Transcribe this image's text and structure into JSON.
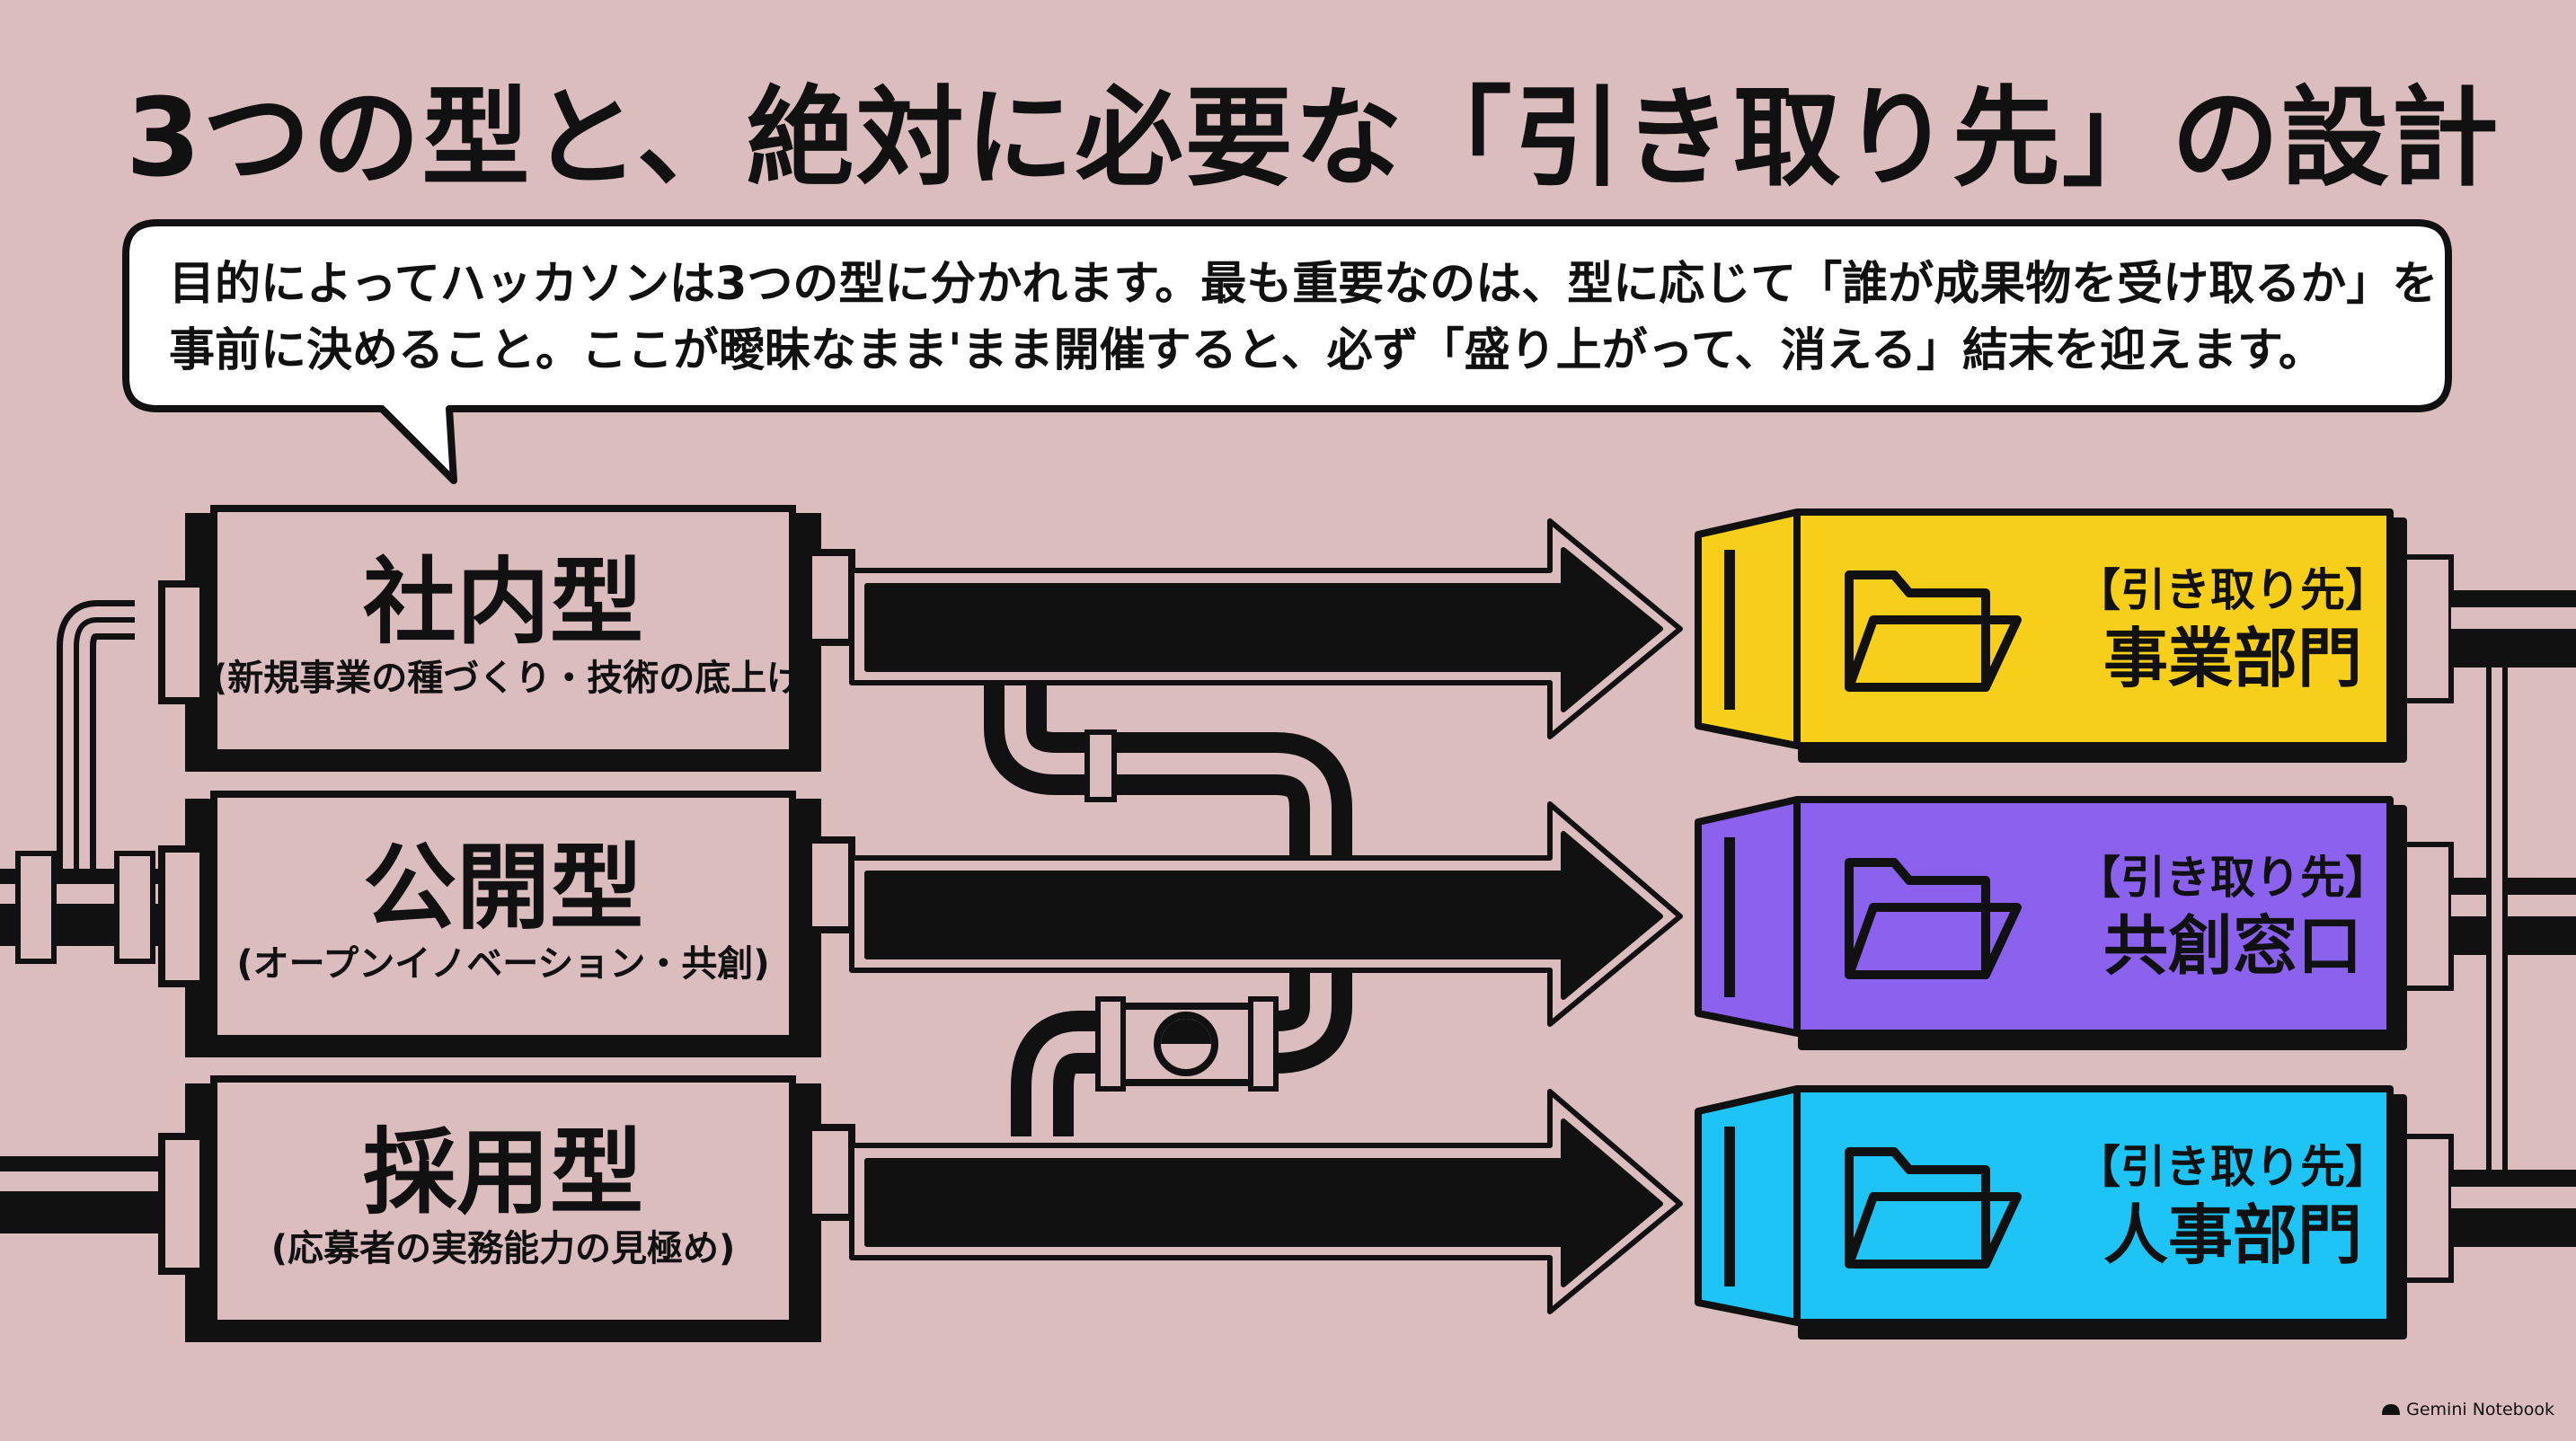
{
  "title": "3つの型と、絶対に必要な「引き取り先」の設計",
  "bubble": {
    "line1": "目的によってハッカソンは3つの型に分かれます。最も重要なのは、型に応じて「誰が成果物を受け取るか」を",
    "line2": "事前に決めること。ここが曖昧なまま'まま開催すると、必ず「盛り上がって、消える」結末を迎えます。"
  },
  "types": [
    {
      "name": "社内型",
      "sub": "(新規事業の種づくり・技術の底上げ)"
    },
    {
      "name": "公開型",
      "sub": "(オープンイノベーション・共創)"
    },
    {
      "name": "採用型",
      "sub": "(応募者の実務能力の見極め)"
    }
  ],
  "receivers": [
    {
      "tag": "【引き取り先】",
      "name": "事業部門",
      "color": "#f7cf1b",
      "icon": "folder-icon"
    },
    {
      "tag": "【引き取り先】",
      "name": "共創窓口",
      "color": "#8b62ee",
      "icon": "folder-icon"
    },
    {
      "tag": "【引き取り先】",
      "name": "人事部門",
      "color": "#1ec4f5",
      "icon": "folder-icon"
    }
  ],
  "watermark": "Gemini Notebook",
  "colors": {
    "background": "#dcbdbf",
    "ink": "#111111",
    "box": "#dcbdbf"
  }
}
